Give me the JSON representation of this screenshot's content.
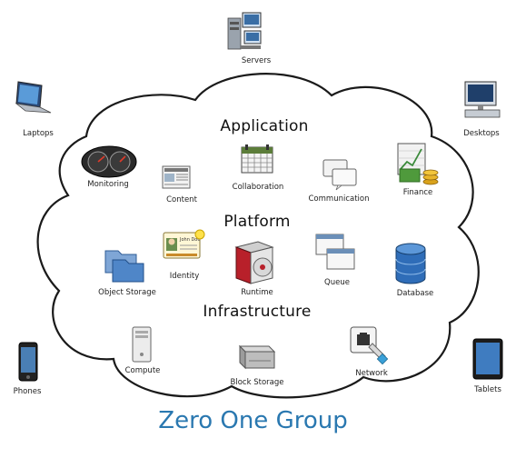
{
  "layers": {
    "application": "Application",
    "platform": "Platform",
    "infrastructure": "Infrastructure"
  },
  "services": {
    "monitoring": "Monitoring",
    "content": "Content",
    "collaboration": "Collaboration",
    "communication": "Communication",
    "finance": "Finance",
    "object_storage": "Object Storage",
    "identity": "Identity",
    "runtime": "Runtime",
    "queue": "Queue",
    "database": "Database",
    "compute": "Compute",
    "block_storage": "Block Storage",
    "network": "Network"
  },
  "devices": {
    "servers": "Servers",
    "laptops": "Laptops",
    "desktops": "Desktops",
    "phones": "Phones",
    "tablets": "Tablets"
  },
  "brand": "Zero One Group",
  "identity_card_text": "John Doe",
  "colors": {
    "cloud_fill": "#ffffff",
    "cloud_stroke": "#1a1a1a",
    "brand": "#2a78b0"
  },
  "icons": {
    "servers": "server-rack-icon",
    "laptops": "laptop-icon",
    "desktops": "desktop-computer-icon",
    "phones": "smartphone-icon",
    "tablets": "tablet-icon",
    "monitoring": "speedometer-icon",
    "content": "newspaper-icon",
    "collaboration": "calendar-icon",
    "communication": "chat-bubbles-icon",
    "finance": "money-chart-icon",
    "object_storage": "folders-icon",
    "identity": "id-card-icon",
    "runtime": "software-box-icon",
    "queue": "window-stack-icon",
    "database": "database-icon",
    "compute": "pc-tower-icon",
    "block_storage": "hard-drive-icon",
    "network": "network-port-icon"
  }
}
